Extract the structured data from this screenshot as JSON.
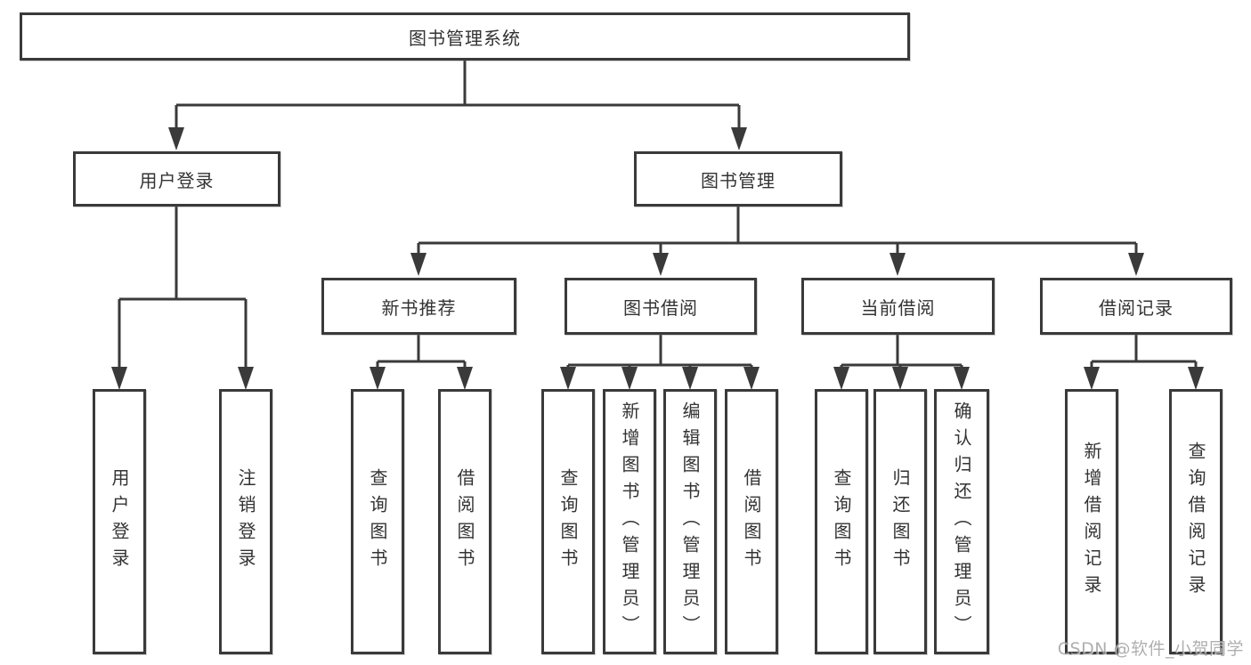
{
  "nodes": {
    "root": "图书管理系统",
    "l2": [
      "用户登录",
      "图书管理"
    ],
    "l3": [
      "新书推荐",
      "图书借阅",
      "当前借阅",
      "借阅记录"
    ],
    "leaves_user": [
      "用户登录",
      "注销登录"
    ],
    "leaves_recommend": [
      "查询图书",
      "借阅图书"
    ],
    "leaves_borrow": [
      "查询图书",
      "新增图书（管理员）",
      "编辑图书（管理员）",
      "借阅图书"
    ],
    "leaves_current": [
      "查询图书",
      "归还图书",
      "确认归还（管理员）"
    ],
    "leaves_records": [
      "新增借阅记录",
      "查询借阅记录"
    ]
  },
  "watermark": "CSDN @软件_小贺同学",
  "colors": {
    "line": "#3a3a3a",
    "text": "#333333",
    "watermark": "#9c9c9c",
    "bg": "#ffffff"
  }
}
